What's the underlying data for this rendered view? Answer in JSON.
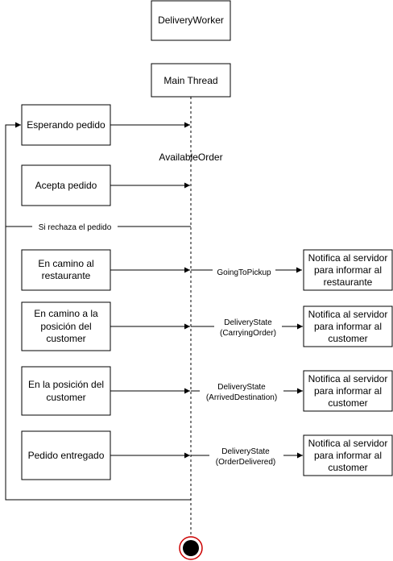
{
  "diagram": {
    "title": "DeliveryWorker",
    "lifeline": "Main Thread",
    "steps": {
      "waiting": "Esperando pedido",
      "accept": "Acepta pedido",
      "to_restaurant": [
        "En camino al",
        "restaurante"
      ],
      "to_customer": [
        "En camino a la",
        "posición del",
        "customer"
      ],
      "at_customer": [
        "En la posición del",
        "customer"
      ],
      "delivered": "Pedido entregado"
    },
    "messages": {
      "available": "AvailableOrder",
      "reject": "Si rechaza el pedido",
      "going_pickup": "GoingToPickup",
      "carrying": [
        "DeliveryState",
        "(CarryingOrder)"
      ],
      "arrived": [
        "DeliveryState",
        "(ArrivedDestination)"
      ],
      "delivered": [
        "DeliveryState",
        "(OrderDelivered)"
      ]
    },
    "notifications": {
      "restaurant": [
        "Notifica al servidor",
        "para informar al",
        "restaurante"
      ],
      "customer_1": [
        "Notifica al servidor",
        "para informar al",
        "customer"
      ],
      "customer_2": [
        "Notifica al servidor",
        "para informar al",
        "customer"
      ],
      "customer_3": [
        "Notifica al servidor",
        "para informar al",
        "customer"
      ]
    },
    "colors": {
      "stroke": "#000000",
      "end_ring": "#cc0000",
      "background": "#ffffff"
    }
  }
}
